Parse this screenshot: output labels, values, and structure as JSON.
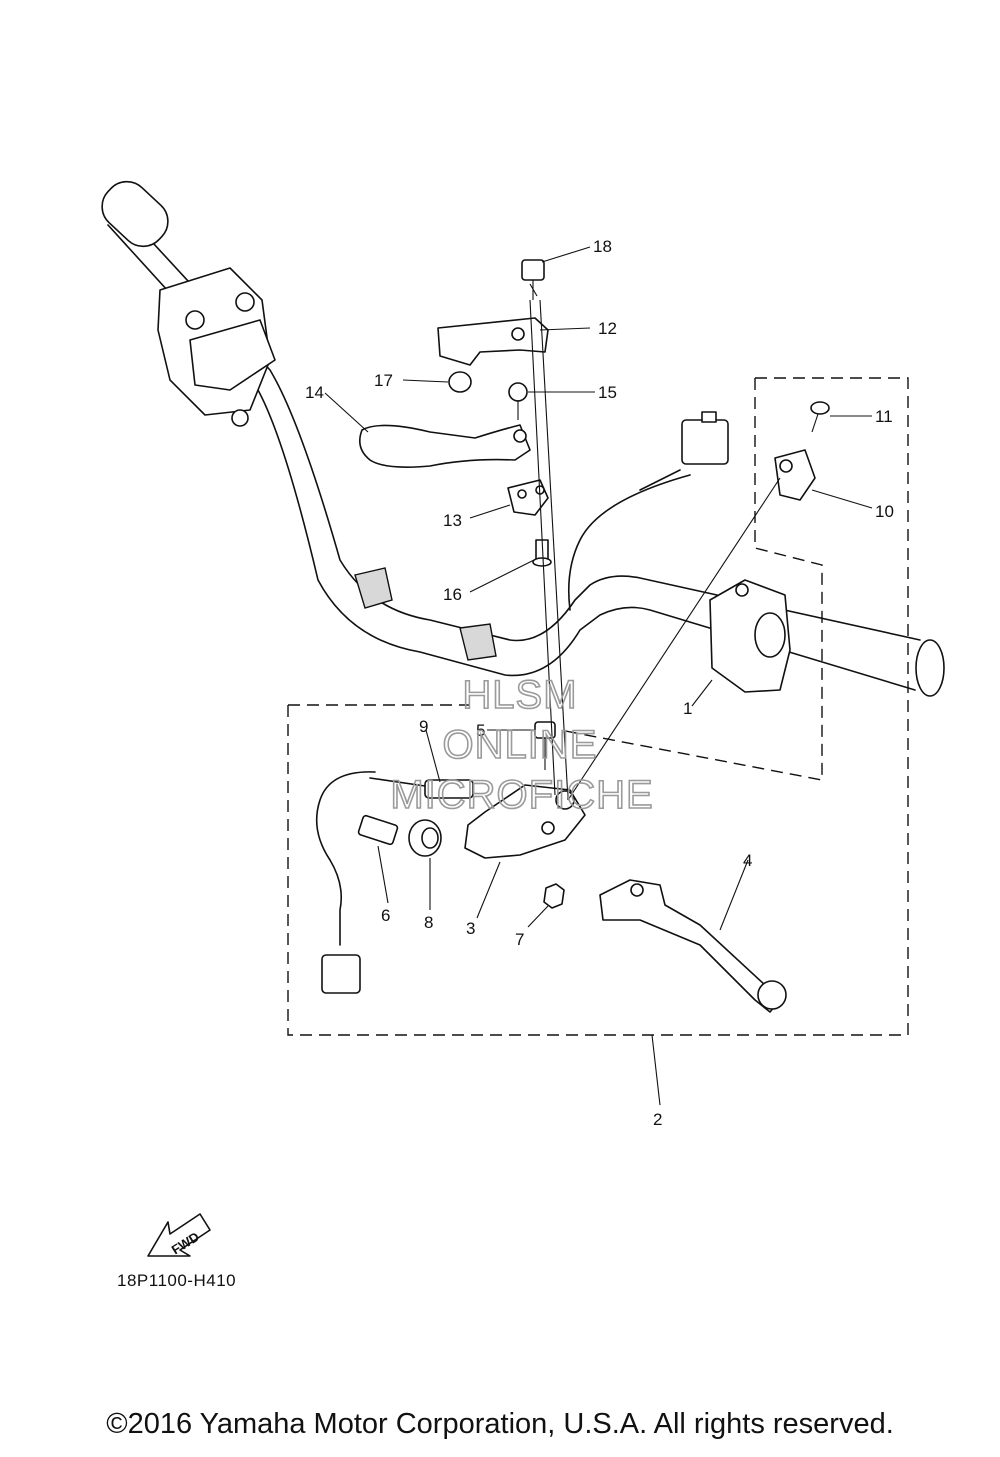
{
  "callouts": [
    {
      "label": "18"
    },
    {
      "label": "12"
    },
    {
      "label": "17"
    },
    {
      "label": "15"
    },
    {
      "label": "14"
    },
    {
      "label": "11"
    },
    {
      "label": "10"
    },
    {
      "label": "13"
    },
    {
      "label": "16"
    },
    {
      "label": "1"
    },
    {
      "label": "9"
    },
    {
      "label": "5"
    },
    {
      "label": "4"
    },
    {
      "label": "6"
    },
    {
      "label": "8"
    },
    {
      "label": "3"
    },
    {
      "label": "7"
    },
    {
      "label": "2"
    }
  ],
  "watermark": {
    "line1": "HLSM",
    "line2": "ONLINE",
    "line3": "MICROFICHE"
  },
  "fwd_label": "FWD",
  "diagram_ref": "18P1100-H410",
  "copyright": "©2016 Yamaha Motor Corporation, U.S.A. All rights reserved."
}
